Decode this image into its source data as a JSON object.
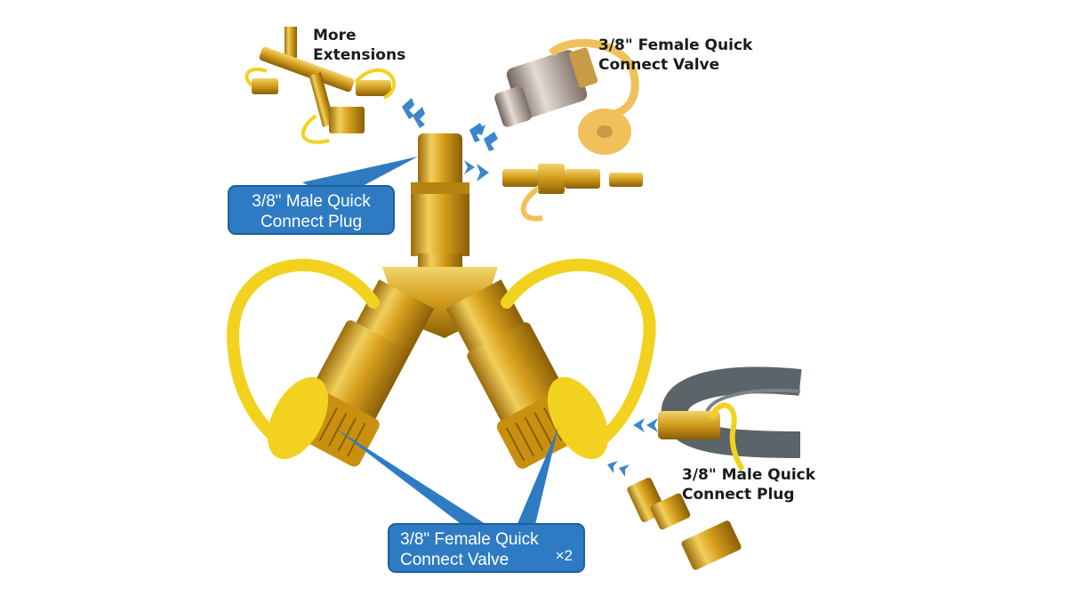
{
  "labels": {
    "more_extensions": {
      "line1": "More",
      "line2": "Extensions"
    },
    "female_valve_top": {
      "line1": "3/8\" Female Quick",
      "line2": "Connect Valve"
    },
    "male_plug_right": {
      "line1": "3/8\" Male Quick",
      "line2": "Connect Plug"
    }
  },
  "callouts": {
    "male_plug": {
      "line1": "3/8\" Male Quick",
      "line2": "Connect Plug"
    },
    "female_valve": {
      "line1": "3/8\" Female Quick",
      "line2": "Connect Valve",
      "quantity": "×2"
    }
  },
  "colors": {
    "brass": "#d9a520",
    "brass_dark": "#a0720e",
    "brass_light": "#f3d46a",
    "cap_yellow": "#f2d21e",
    "callout_blue": "#2e7bc4",
    "arrow_blue": "#3a86cc",
    "hose_gray": "#5b6468",
    "chrome": "#b9aaa0"
  }
}
